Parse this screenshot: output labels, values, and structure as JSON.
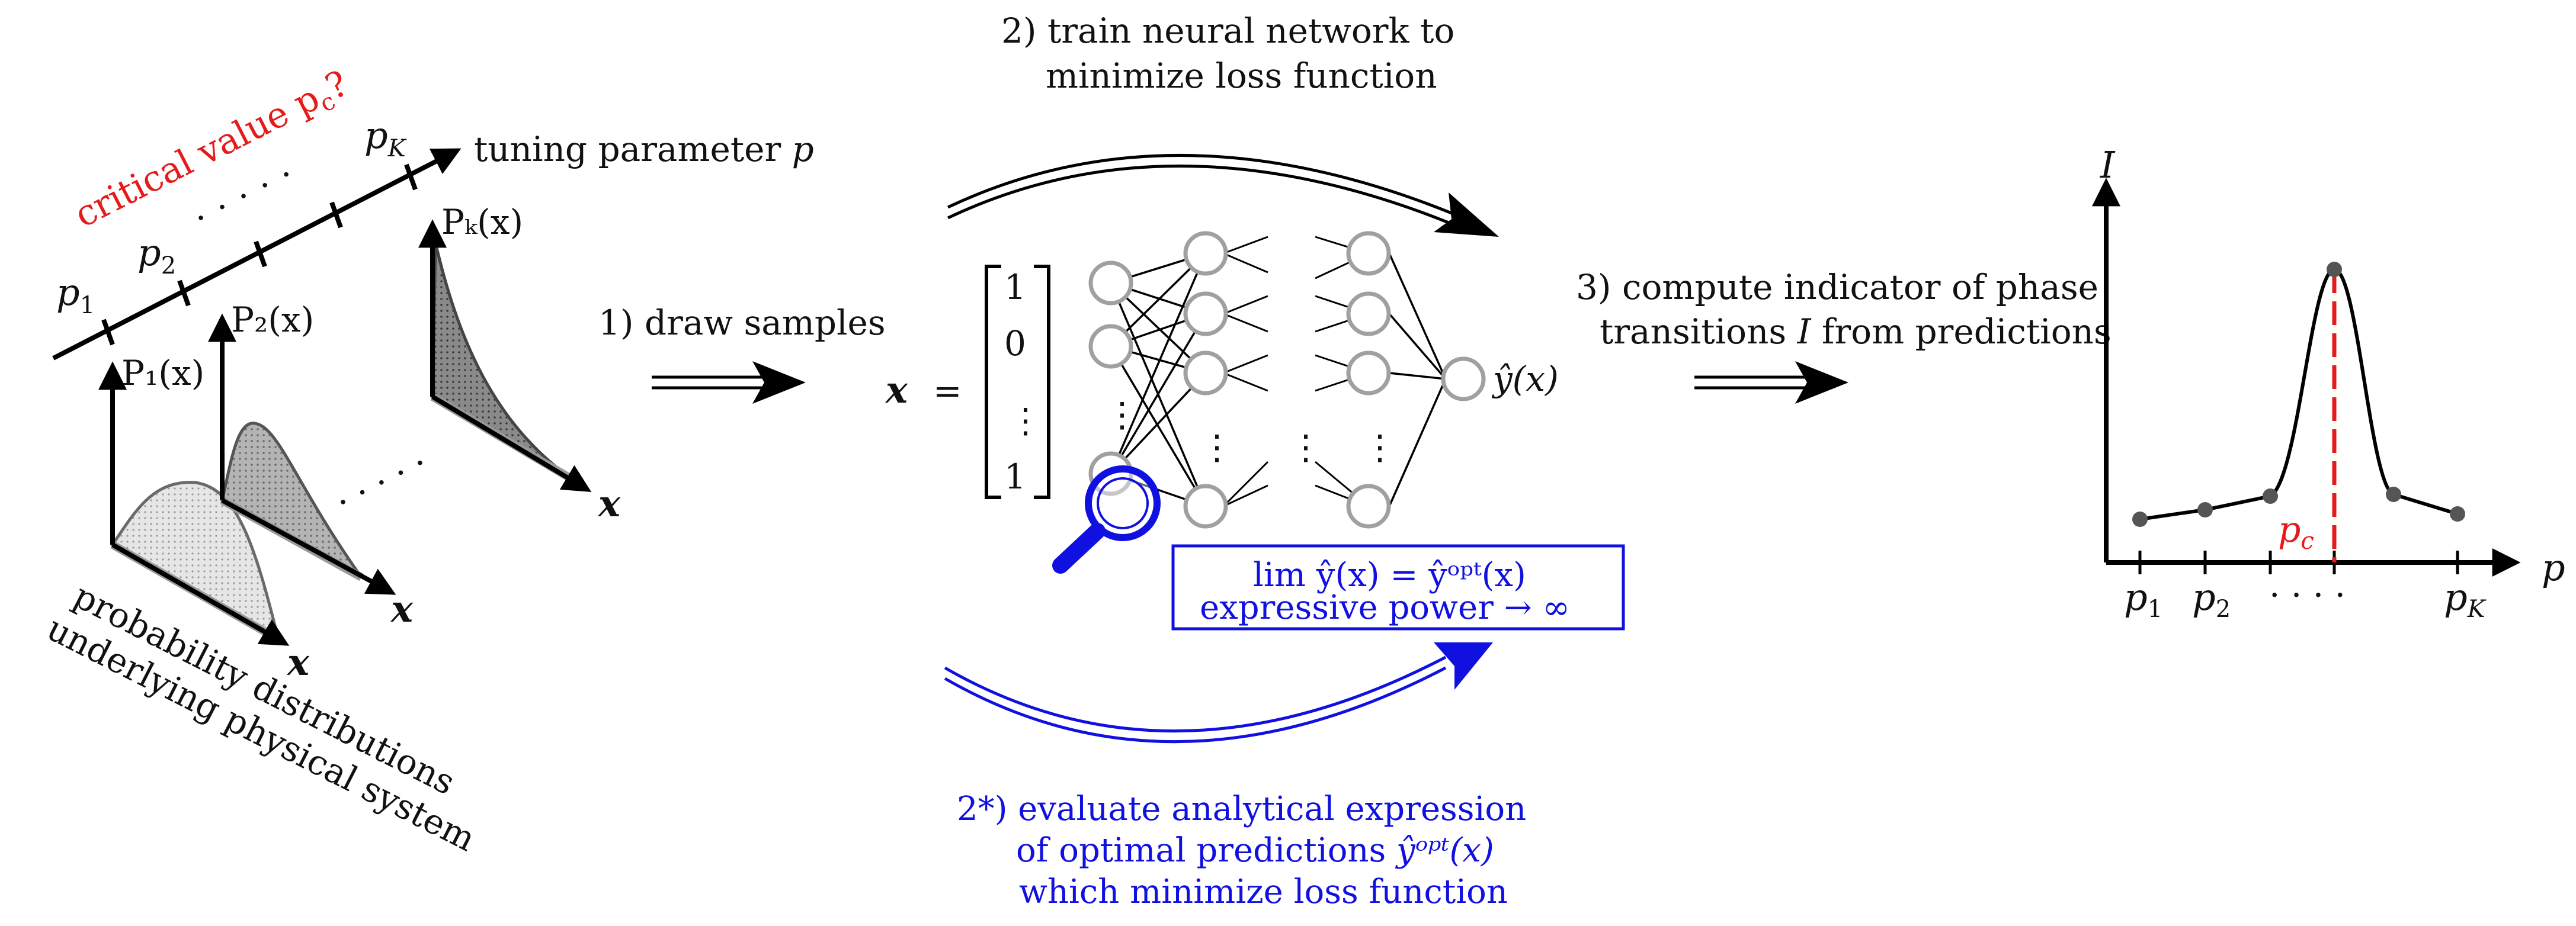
{
  "colors": {
    "black": "#000000",
    "red": "#e61a1a",
    "blue": "#1010e0",
    "node": "#a0a0a0",
    "dot": "#555555"
  },
  "left_panel": {
    "critical_label": "critical value p",
    "critical_sub": "c",
    "critical_q": "?",
    "tuning_label": "tuning parameter",
    "tuning_symbol": "p",
    "p1": "p",
    "p1_sub": "1",
    "p2": "p",
    "p2_sub": "2",
    "pK": "p",
    "pK_sub": "K",
    "dist1": "P₁(x)",
    "dist2": "P₂(x)",
    "distK": "Pₖ(x)",
    "x_symbol": "x",
    "caption_line1": "probability distributions",
    "caption_line2": "underlying physical system"
  },
  "steps": {
    "draw": "1) draw samples",
    "train_line1": "2) train neural network to",
    "train_line2": "minimize loss function",
    "indicator_line1": "3) compute indicator of phase",
    "indicator_line2_a": "transitions",
    "indicator_symbol": "I",
    "indicator_line2_b": "from predictions",
    "eval_line1": "2*) evaluate analytical expression",
    "eval_line2": "of optimal predictions",
    "eval_symbol": "ŷᵒᵖᵗ(x)",
    "eval_line3": "which minimize loss function"
  },
  "network": {
    "x_label": "x",
    "equals": "=",
    "vector_entries": [
      "1",
      "0",
      "⋮",
      "1"
    ],
    "output_label": "ŷ(x)",
    "limit_formula": "lim ŷ(x) = ŷᵒᵖᵗ(x)",
    "limit_subscript": "expressive power → ∞"
  },
  "right_panel": {
    "y_axis_label": "I",
    "x_axis_label": "p",
    "pc_label": "p",
    "pc_sub": "c",
    "tick_labels": [
      {
        "text": "p",
        "sub": "1"
      },
      {
        "text": "p",
        "sub": "2"
      },
      {
        "text": "p",
        "sub": "K"
      }
    ],
    "dots": "·  ·  ·  ·"
  }
}
